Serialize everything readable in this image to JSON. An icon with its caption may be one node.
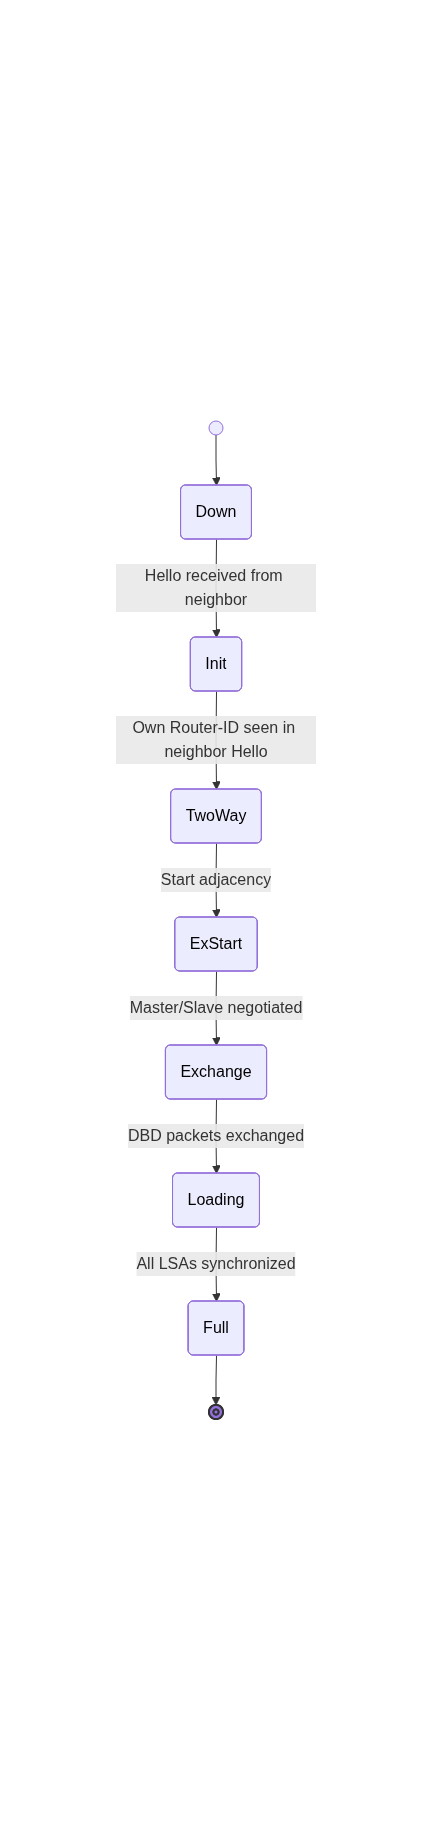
{
  "diagram": {
    "nodes": [
      {
        "text": [],
        "shape": "circle"
      },
      {
        "text": [
          "Down"
        ]
      },
      {
        "text": [
          "Init"
        ]
      },
      {
        "text": [
          "TwoWay"
        ]
      },
      {
        "text": [
          "ExStart"
        ]
      },
      {
        "text": [
          "Exchange"
        ]
      },
      {
        "text": [
          "Loading"
        ]
      },
      {
        "text": [
          "Full"
        ]
      },
      {
        "text": [],
        "shape": "circle"
      }
    ],
    "edges": [
      {
        "from": 0,
        "to": 1,
        "arrow": "to"
      },
      {
        "from": 1,
        "to": 2,
        "arrow": "to",
        "label": "Hello received from neighbor"
      },
      {
        "from": 2,
        "to": 3,
        "arrow": "to",
        "label": "Own Router-ID seen in neighbor Hello"
      },
      {
        "from": 3,
        "to": 4,
        "arrow": "to",
        "label": "Start adjacency"
      },
      {
        "from": 4,
        "to": 5,
        "arrow": "to",
        "label": "Master/Slave negotiated"
      },
      {
        "from": 5,
        "to": 6,
        "arrow": "to",
        "label": "DBD packets exchanged"
      },
      {
        "from": 6,
        "to": 7,
        "arrow": "to",
        "label": "All LSAs synchronized"
      },
      {
        "from": 7,
        "to": 8,
        "arrow": "to"
      }
    ]
  }
}
